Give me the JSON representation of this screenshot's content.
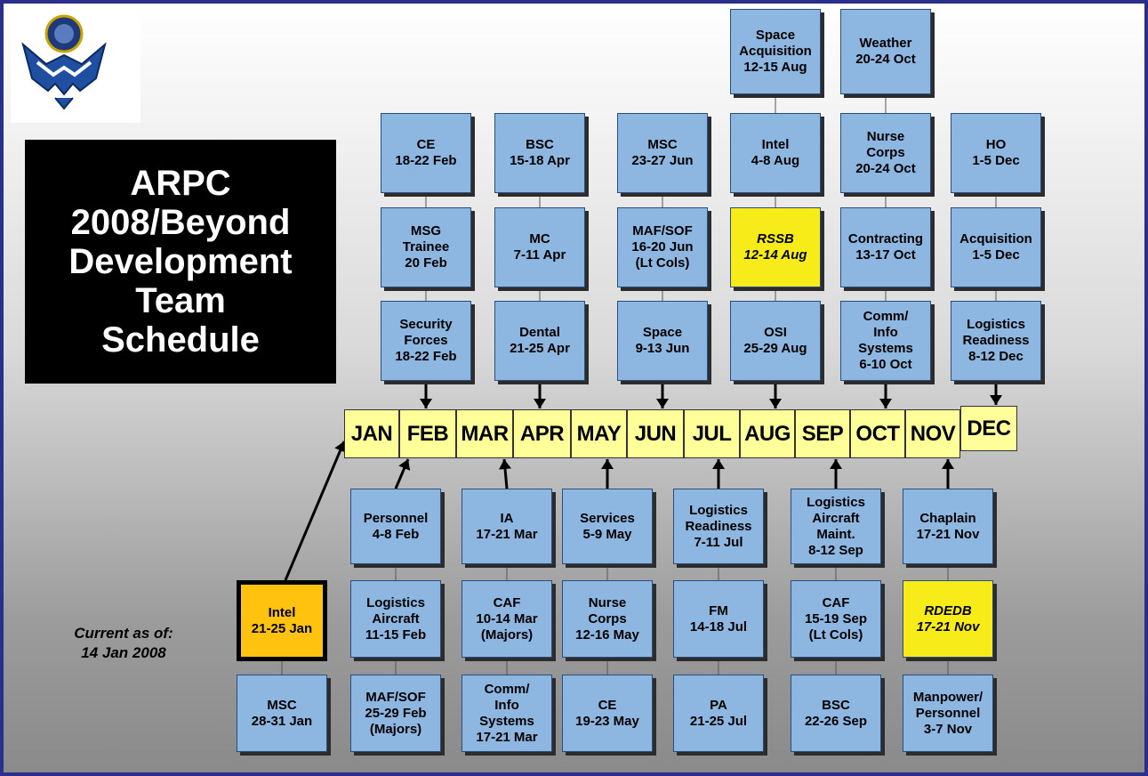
{
  "title_lines": [
    "ARPC",
    "2008/Beyond",
    "Development",
    "Team",
    "Schedule"
  ],
  "current_as_of": [
    "Current as of:",
    "14 Jan 2008"
  ],
  "months": [
    "JAN",
    "FEB",
    "MAR",
    "APR",
    "MAY",
    "JUN",
    "JUL",
    "AUG",
    "SEP",
    "OCT",
    "NOV",
    "DEC"
  ],
  "top_columns": [
    {
      "month": "FEB",
      "boxes": [
        [
          "CE",
          "18-22 Feb"
        ],
        [
          "MSG",
          "Trainee",
          "20 Feb"
        ],
        [
          "Security",
          "Forces",
          "18-22 Feb"
        ]
      ]
    },
    {
      "month": "APR",
      "boxes": [
        [
          "BSC",
          "15-18 Apr"
        ],
        [
          "MC",
          "7-11 Apr"
        ],
        [
          "Dental",
          "21-25 Apr"
        ]
      ]
    },
    {
      "month": "JUN",
      "boxes": [
        [
          "MSC",
          "23-27 Jun"
        ],
        [
          "MAF/SOF",
          "16-20 Jun",
          "(Lt Cols)"
        ],
        [
          "Space",
          "9-13 Jun"
        ]
      ]
    },
    {
      "month": "AUG",
      "boxes": [
        [
          "Space",
          "Acquisition",
          "12-15 Aug"
        ],
        [
          "Intel",
          "4-8 Aug"
        ],
        [
          "RSSB",
          "12-14 Aug"
        ],
        [
          "OSI",
          "25-29 Aug"
        ]
      ]
    },
    {
      "month": "OCT",
      "boxes": [
        [
          "Weather",
          "20-24 Oct"
        ],
        [
          "Nurse",
          "Corps",
          "20-24 Oct"
        ],
        [
          "Contracting",
          "13-17 Oct"
        ],
        [
          "Comm/",
          "Info",
          "Systems",
          "6-10 Oct"
        ]
      ]
    },
    {
      "month": "DEC",
      "boxes": [
        [
          "HO",
          "1-5 Dec"
        ],
        [
          "Acquisition",
          "1-5 Dec"
        ],
        [
          "Logistics",
          "Readiness",
          "8-12 Dec"
        ]
      ]
    }
  ],
  "bottom_columns": [
    {
      "month": "JAN",
      "boxes": [
        [
          "Intel",
          "21-25 Jan"
        ],
        [
          "MSC",
          "28-31 Jan"
        ]
      ]
    },
    {
      "month": "FEB",
      "boxes": [
        [
          "Personnel",
          "4-8 Feb"
        ],
        [
          "Logistics",
          "Aircraft",
          "11-15 Feb"
        ],
        [
          "MAF/SOF",
          "25-29 Feb",
          "(Majors)"
        ]
      ]
    },
    {
      "month": "MAR",
      "boxes": [
        [
          "IA",
          "17-21 Mar"
        ],
        [
          "CAF",
          "10-14 Mar",
          "(Majors)"
        ],
        [
          "Comm/",
          "Info",
          "Systems",
          "17-21 Mar"
        ]
      ]
    },
    {
      "month": "MAY",
      "boxes": [
        [
          "Services",
          "5-9 May"
        ],
        [
          "Nurse",
          "Corps",
          "12-16 May"
        ],
        [
          "CE",
          "19-23 May"
        ]
      ]
    },
    {
      "month": "JUL",
      "boxes": [
        [
          "Logistics",
          "Readiness",
          "7-11 Jul"
        ],
        [
          "FM",
          "14-18 Jul"
        ],
        [
          "PA",
          "21-25 Jul"
        ]
      ]
    },
    {
      "month": "SEP",
      "boxes": [
        [
          "Logistics",
          "Aircraft",
          "Maint.",
          "8-12 Sep"
        ],
        [
          "CAF",
          "15-19 Sep",
          "(Lt Cols)"
        ],
        [
          "BSC",
          "22-26 Sep"
        ]
      ]
    },
    {
      "month": "NOV",
      "boxes": [
        [
          "Chaplain",
          "17-21 Nov"
        ],
        [
          "RDEDB",
          "17-21 Nov"
        ],
        [
          "Manpower/",
          "Personnel",
          "3-7 Nov"
        ]
      ]
    }
  ],
  "colors": {
    "box": "#8db6e1",
    "highlight": "#f7ec1a",
    "current": "#ffc20e",
    "month": "#ffff99",
    "title_bg": "#000000",
    "frame": "#2b2f8c"
  },
  "logo_icon": "air-force-reserve-logo"
}
